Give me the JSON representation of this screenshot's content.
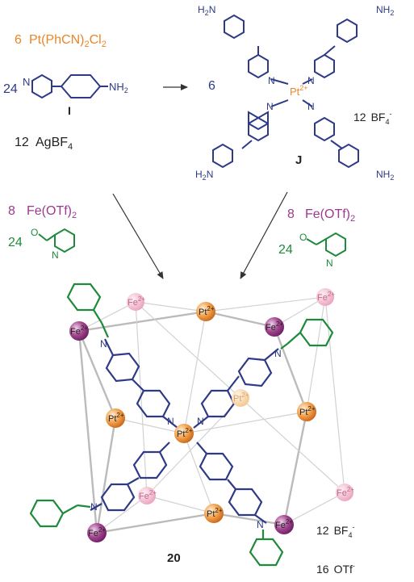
{
  "reagents_left": {
    "pt_coeff": "6",
    "pt_formula": "Pt(PhCN)",
    "pt_sub": "2",
    "pt_tail": "Cl",
    "pt_sub2": "2",
    "ligand_coeff": "24",
    "ligand_n": "N",
    "ligand_nh2": "NH",
    "ligand_nh2_sub": "2",
    "ligand_label": "I",
    "ag_coeff": "12",
    "ag_formula": "AgBF",
    "ag_sub": "4"
  },
  "complex_j": {
    "coeff": "6",
    "metal": "Pt",
    "metal_charge": "2+",
    "counterion_coeff": "12",
    "counterion": "BF",
    "counterion_sub": "4",
    "counterion_charge": "-",
    "label": "J",
    "nh2": "NH",
    "h2n": "H",
    "h2n_n": "N",
    "nh2_sub": "2",
    "n": "N"
  },
  "reagents_fe_left": {
    "coeff": "8",
    "formula": "Fe(OTf)",
    "sub": "2",
    "ald_coeff": "24",
    "o": "O",
    "n": "N"
  },
  "reagents_fe_right": {
    "coeff": "8",
    "formula": "Fe(OTf)",
    "sub": "2",
    "ald_coeff": "24",
    "o": "O",
    "n": "N"
  },
  "cage": {
    "fe_label": "Fe",
    "pt_label": "Pt",
    "charge": "2+",
    "n": "N",
    "label": "20",
    "counterion1_coeff": "12",
    "counterion1": "BF",
    "counterion1_sub": "4",
    "counterion1_charge": "-",
    "counterion2_coeff": "16",
    "counterion2": "OTf",
    "counterion2_charge": "-"
  },
  "colors": {
    "blue": "#2e3a87",
    "orange": "#e8872a",
    "purple": "#9b3a8e",
    "green": "#1f8a3b",
    "pink": "#e59ab8",
    "gray": "#555555"
  }
}
